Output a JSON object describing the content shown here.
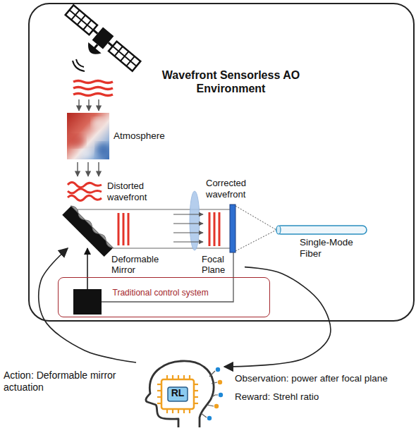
{
  "diagram": {
    "nodes": [
      {
        "text": [
          "Wavefront Sensorless AO Environment"
        ]
      },
      {
        "text": [
          "Atmosphere"
        ],
        "in": 0
      },
      {
        "text": [
          "Deformable Mirror"
        ],
        "in": 0
      },
      {
        "text": [
          "Focal Plane"
        ],
        "in": 0
      },
      {
        "text": [
          "Single-Mode Fiber"
        ],
        "in": 0
      },
      {
        "text": [
          "Traditional control system"
        ],
        "in": 0
      },
      {
        "text": [
          "RL"
        ]
      }
    ],
    "edges": [
      {
        "from": 6,
        "to": 2,
        "arrow": "to",
        "label": "Action: Deformable mirror actuation"
      },
      {
        "from": 3,
        "to": 6,
        "arrow": "to",
        "label": "Observation: power after focal plane"
      }
    ],
    "labels": [
      "Distorted wavefront",
      "Corrected wavefront",
      "Reward: Strehl ratio"
    ]
  }
}
